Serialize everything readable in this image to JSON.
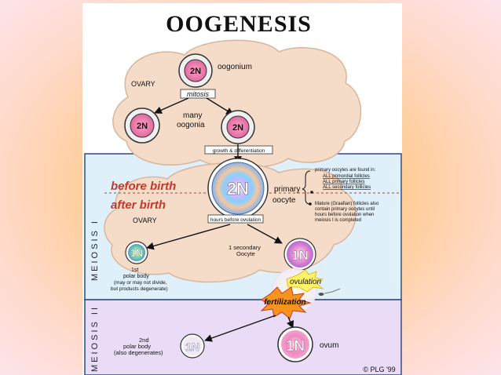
{
  "title": "OOGENESIS",
  "ovary_label": "OVARY",
  "ovary_label_2": "OVARY",
  "oogonium": {
    "ploidy": "2N",
    "label": "oogonium"
  },
  "mitosis_label": "mitosis",
  "many_oogonia": {
    "label_line1": "many",
    "label_line2": "oogonia",
    "ploidy_left": "2N",
    "ploidy_right": "2N"
  },
  "growth_label": "growth & differentiation",
  "primary_oocyte": {
    "ploidy": "2N",
    "label_line1": "primary",
    "label_line2": "oocyte"
  },
  "before_birth": "before birth",
  "after_birth": "after birth",
  "hours_label": "hours before ovulation",
  "meiosis_1": "MEIOSIS I",
  "meiosis_2": "MEIOSIS II",
  "notes": {
    "found_in": "primary oocytes are found in:",
    "item1": "ALL primordial follicles",
    "item2": "ALL primary follicles",
    "item3": "ALL secondary follicles",
    "mature_line1": "Mature (Graafian) follicles also",
    "mature_line2": "contain primary oocytes until",
    "mature_line3": "hours before ovulation when",
    "mature_line4": "meiosis I is completed"
  },
  "first_polar": {
    "ploidy": "1N",
    "line1": "1st",
    "line2": "polar body",
    "line3": "(may or may not divide,",
    "line4": "but products degenerate)"
  },
  "secondary_oocyte": {
    "ploidy": "1N",
    "line1": "1 secondary",
    "line2": "Oocyte"
  },
  "ovulation": "ovulation",
  "fertilization": "fertilization",
  "second_polar": {
    "ploidy": "1N",
    "line1": "2nd",
    "line2": "polar body",
    "line3": "(also degenerates)"
  },
  "ovum": {
    "ploidy": "1N",
    "label": "ovum"
  },
  "copyright": "© PLG '99"
}
